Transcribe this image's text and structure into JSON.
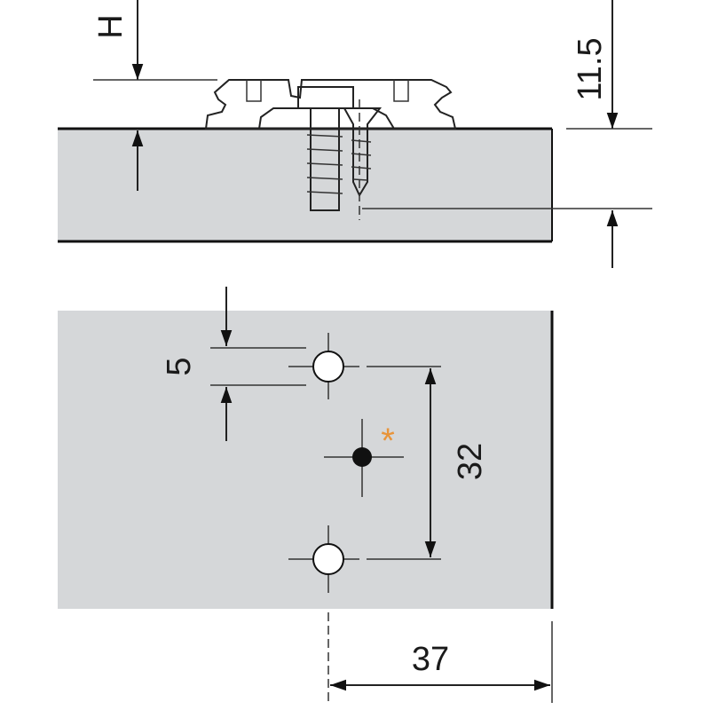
{
  "labels": {
    "height_symbol": "H",
    "top_offset": "11.5",
    "hole_diameter": "5",
    "hole_spacing": "32",
    "edge_distance": "37",
    "asterisk": "*"
  },
  "colors": {
    "panel": "#d5d7d9",
    "asterisk": "#e8943a",
    "line": "#1a1a1a"
  }
}
